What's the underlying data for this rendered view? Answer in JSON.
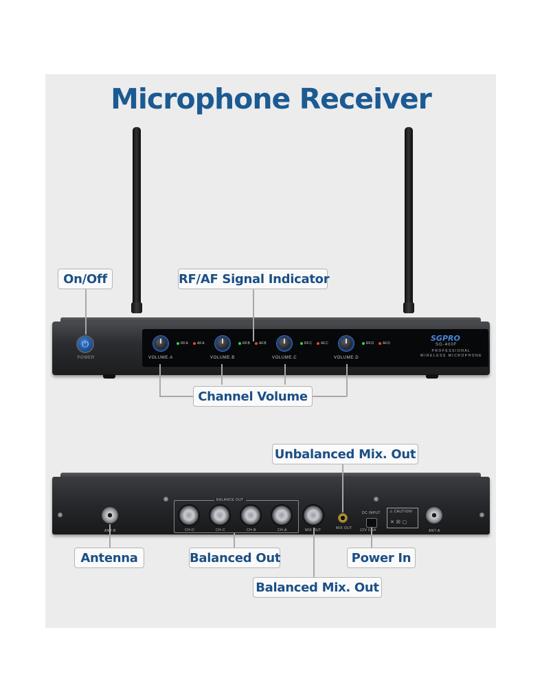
{
  "title": "Microphone Receiver",
  "callouts": {
    "on_off": "On/Off",
    "rf_af": "RF/AF Signal Indicator",
    "channel_volume": "Channel Volume",
    "unbalanced_mix_out": "Unbalanced Mix. Out",
    "antenna": "Antenna",
    "balanced_out": "Balanced Out",
    "power_in": "Power In",
    "balanced_mix_out": "Balanced Mix. Out"
  },
  "front_panel": {
    "power_label": "POWER",
    "brand": "SGPRO",
    "model": "SG-400F",
    "brand_line1": "PROFESSIONAL",
    "brand_line2": "WIRELESS MICROPHONE",
    "channels": [
      {
        "volume": "VOLUME.A",
        "rf": "RF.A",
        "af": "AF.A"
      },
      {
        "volume": "VOLUME.B",
        "rf": "RF.B",
        "af": "AF.B"
      },
      {
        "volume": "VOLUME.C",
        "rf": "RF.C",
        "af": "AF.C"
      },
      {
        "volume": "VOLUME.D",
        "rf": "RF.D",
        "af": "AF.D"
      }
    ]
  },
  "back_panel": {
    "balance_out": "BALANCE OUT",
    "ant_b": "ANT-B",
    "ant_a": "ANT-A",
    "ch_d": "CH-D",
    "ch_c": "CH-C",
    "ch_b": "CH-B",
    "ch_a": "CH-A",
    "mix_out_xlr": "MIX OUT",
    "mix_out_jack": "MIX OUT",
    "dc_input": "DC INPUT",
    "dc_rating": "12V   0.5A",
    "caution": "CAUTION!"
  },
  "colors": {
    "label_text": "#1b4f86",
    "title": "#1b5a92",
    "led_green": "#39d34a",
    "led_red": "#e04a3a",
    "knob_ring": "#3a70c8"
  }
}
